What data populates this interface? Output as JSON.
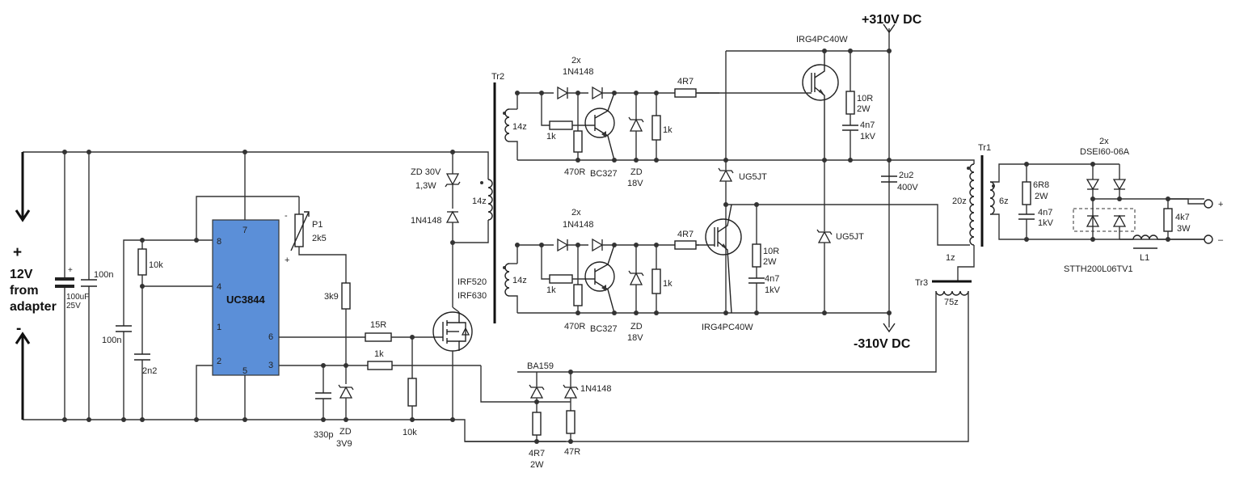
{
  "input": {
    "plus": "+",
    "minus": "-",
    "line1": "12V",
    "line2": "from",
    "line3": "adapter"
  },
  "rails": {
    "pos": "+310V DC",
    "neg": "-310V DC"
  },
  "ic": {
    "name": "UC3844",
    "pin8": "8",
    "pin7": "7",
    "pin4": "4",
    "pin1": "1",
    "pin6": "6",
    "pin3": "3",
    "pin2": "2",
    "pin5": "5"
  },
  "labels": {
    "cap_in_value": "100uF",
    "cap_in_voltage": "25V",
    "cap_in_plus": "+",
    "c100n_a": "100n",
    "c100n_b": "100n",
    "r10k": "10k",
    "c2n2": "2n2",
    "p1_name": "P1",
    "p1_value": "2k5",
    "p1_minus": "-",
    "p1_plus": "+",
    "r3k9": "3k9",
    "r15r": "15R",
    "r1k_gate": "1k",
    "c330p": "330p",
    "zd3v9_a": "ZD",
    "zd3v9_b": "3V9",
    "r10k_b": "10k",
    "zd30v_a": "ZD 30V",
    "zd30v_b": "1,3W",
    "d1n4148_top": "1N4148",
    "w14z_prim": "14z",
    "mosfet_a": "IRF520",
    "mosfet_b": "IRF630",
    "tr2": "Tr2",
    "w14z_top": "14z",
    "w14z_bot": "14z",
    "d2x_top_a": "2x",
    "d2x_top_b": "1N4148",
    "d2x_bot_a": "2x",
    "d2x_bot_b": "1N4148",
    "r1k_t1": "1k",
    "r1k_t2": "1k",
    "r470_top": "470R",
    "r470_bot": "470R",
    "bc327_top": "BC327",
    "bc327_bot": "BC327",
    "zd18_top_a": "ZD",
    "zd18_top_b": "18V",
    "zd18_bot_a": "ZD",
    "zd18_bot_b": "18V",
    "r1k_t3": "1k",
    "r1k_b3": "1k",
    "r1k_b1": "1k",
    "r4r7_top": "4R7",
    "r4r7_bot": "4R7",
    "igbt_top": "IRG4PC40W",
    "igbt_bot": "IRG4PC40W",
    "r10r_top_a": "10R",
    "r10r_top_b": "2W",
    "r10r_bot_a": "10R",
    "r10r_bot_b": "2W",
    "c4n7_top_a": "4n7",
    "c4n7_top_b": "1kV",
    "c4n7_bot_a": "4n7",
    "c4n7_bot_b": "1kV",
    "ug5jt_top": "UG5JT",
    "ug5jt_bot": "UG5JT",
    "c2u2_a": "2u2",
    "c2u2_b": "400V",
    "tr1": "Tr1",
    "w20z": "20z",
    "w6z": "6z",
    "w1z": "1z",
    "tr3": "Tr3",
    "w75z": "75z",
    "r6r8_a": "6R8",
    "r6r8_b": "2W",
    "c4n7_out_a": "4n7",
    "c4n7_out_b": "1kV",
    "dsei_a": "2x",
    "dsei_b": "DSEI60-06A",
    "stth": "STTH200L06TV1",
    "r4k7_a": "4k7",
    "r4k7_b": "3W",
    "l1": "L1",
    "out_plus": "+",
    "out_minus": "–",
    "ba159": "BA159",
    "d1n4148_fb": "1N4148",
    "r4r7_2w_a": "4R7",
    "r4r7_2w_b": "2W",
    "r47r": "47R"
  }
}
